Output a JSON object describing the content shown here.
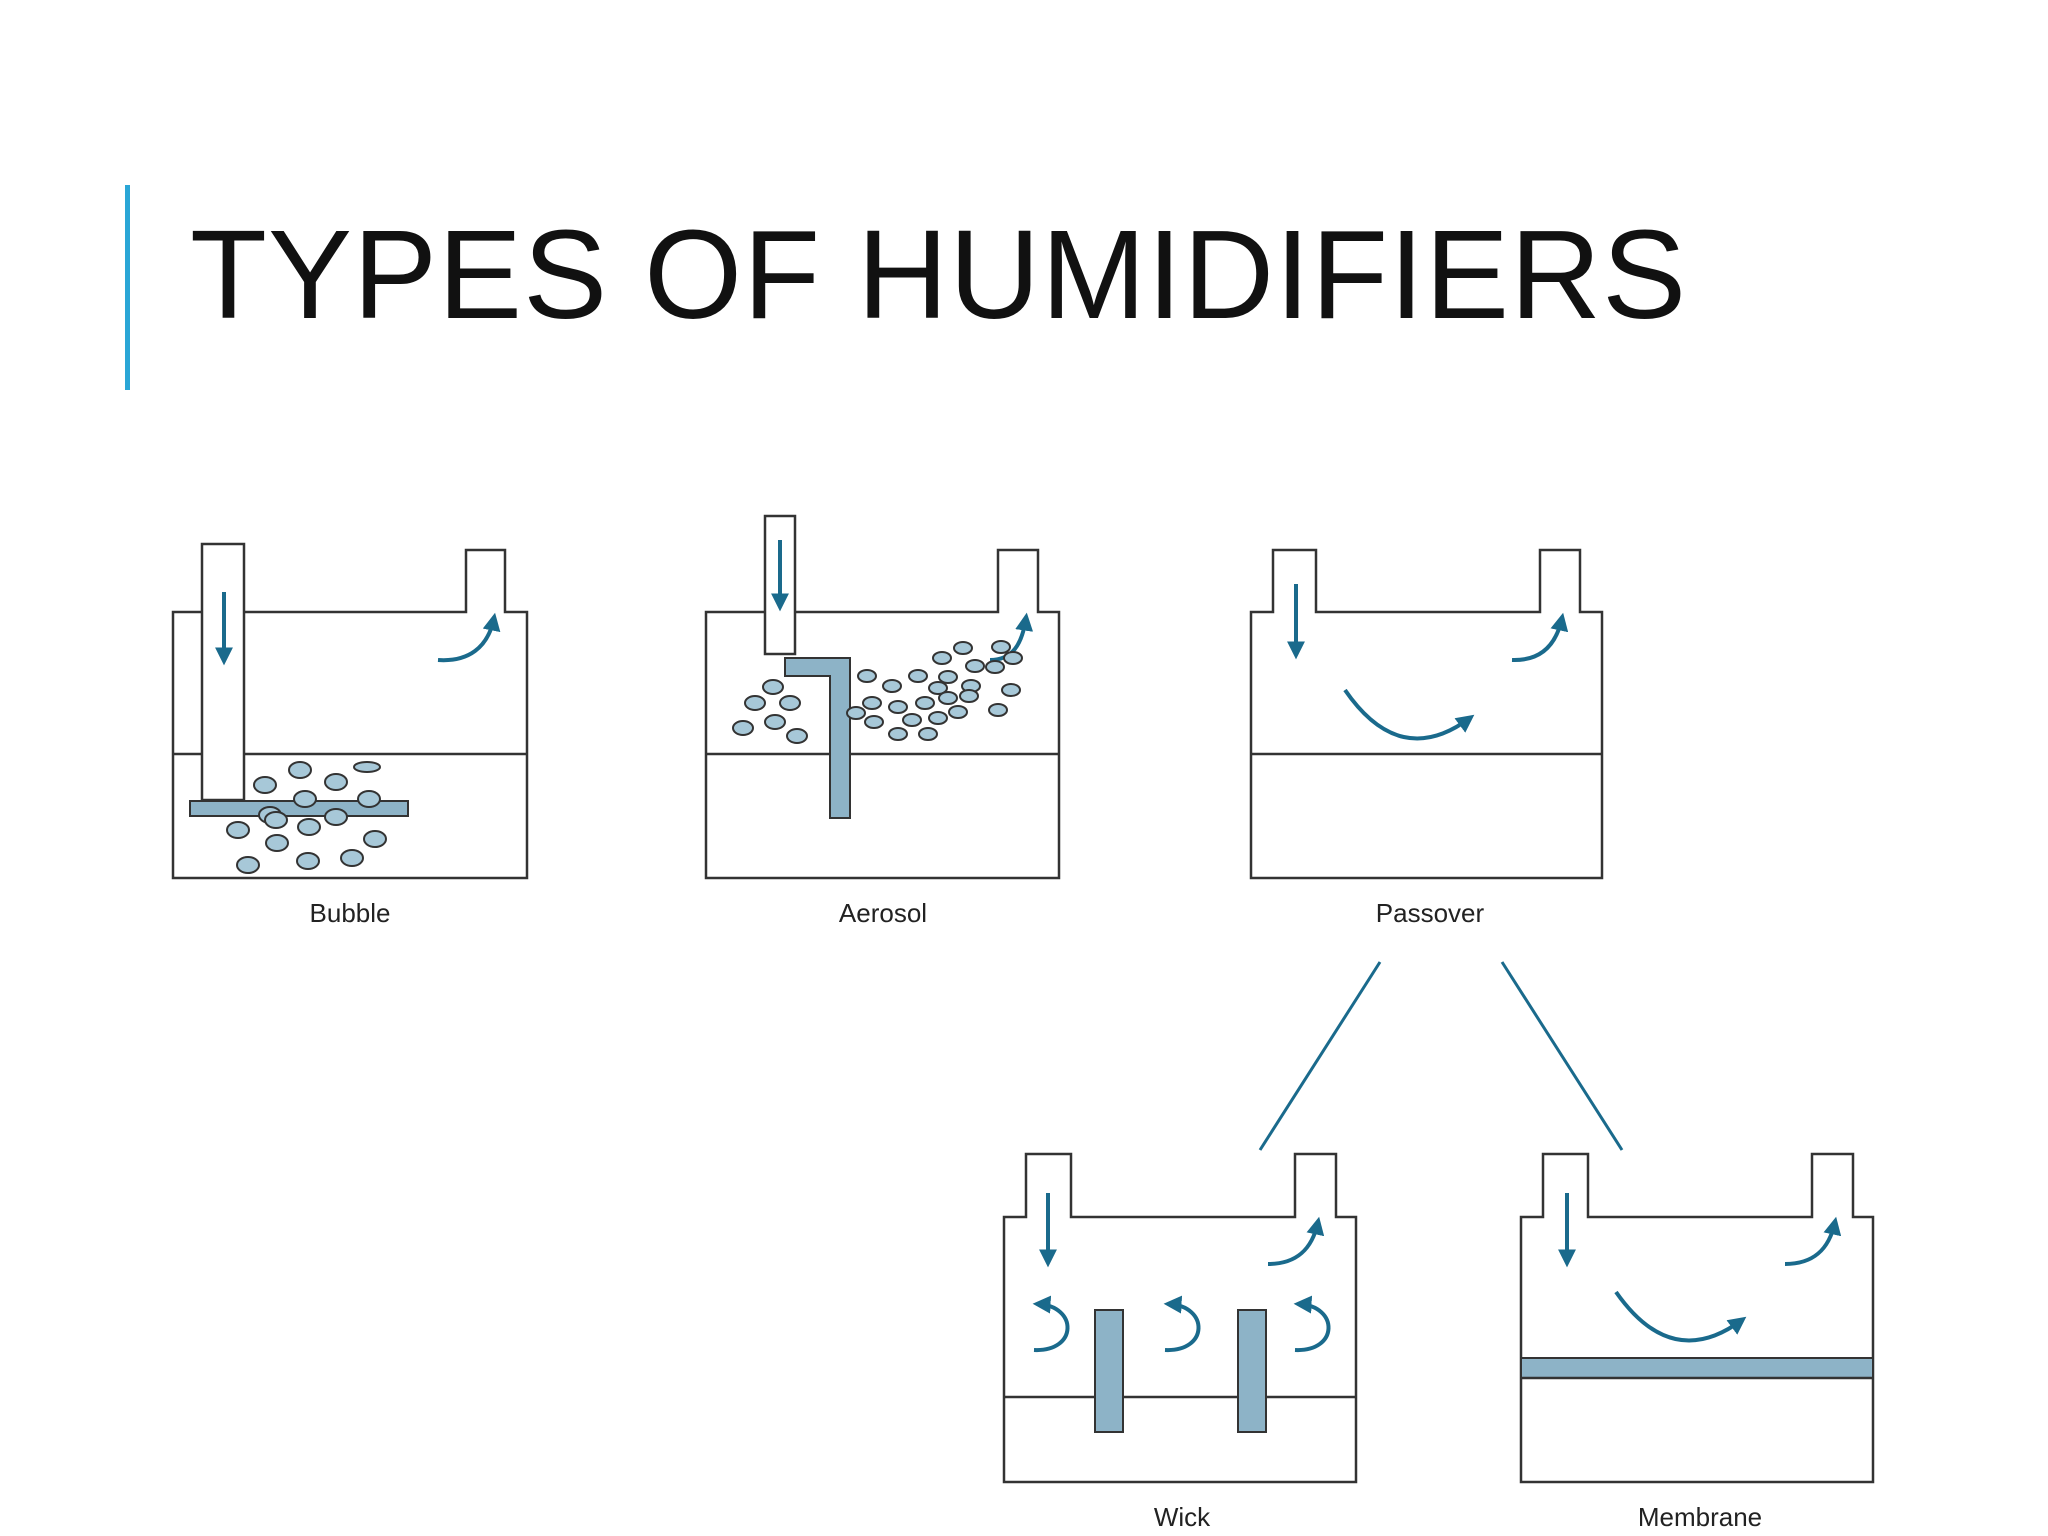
{
  "slide": {
    "title": "TYPES OF HUMIDIFIERS",
    "accent_color": "#2aa6d6",
    "title_color": "#111111"
  },
  "diagram": {
    "stroke_color": "#333333",
    "arrow_color": "#1a6a8c",
    "fill_color": "#8db3c7",
    "humidifiers": [
      {
        "id": "bubble",
        "label": "Bubble"
      },
      {
        "id": "aerosol",
        "label": "Aerosol"
      },
      {
        "id": "passover",
        "label": "Passover"
      },
      {
        "id": "wick",
        "label": "Wick"
      },
      {
        "id": "membrane",
        "label": "Membrane"
      }
    ]
  }
}
